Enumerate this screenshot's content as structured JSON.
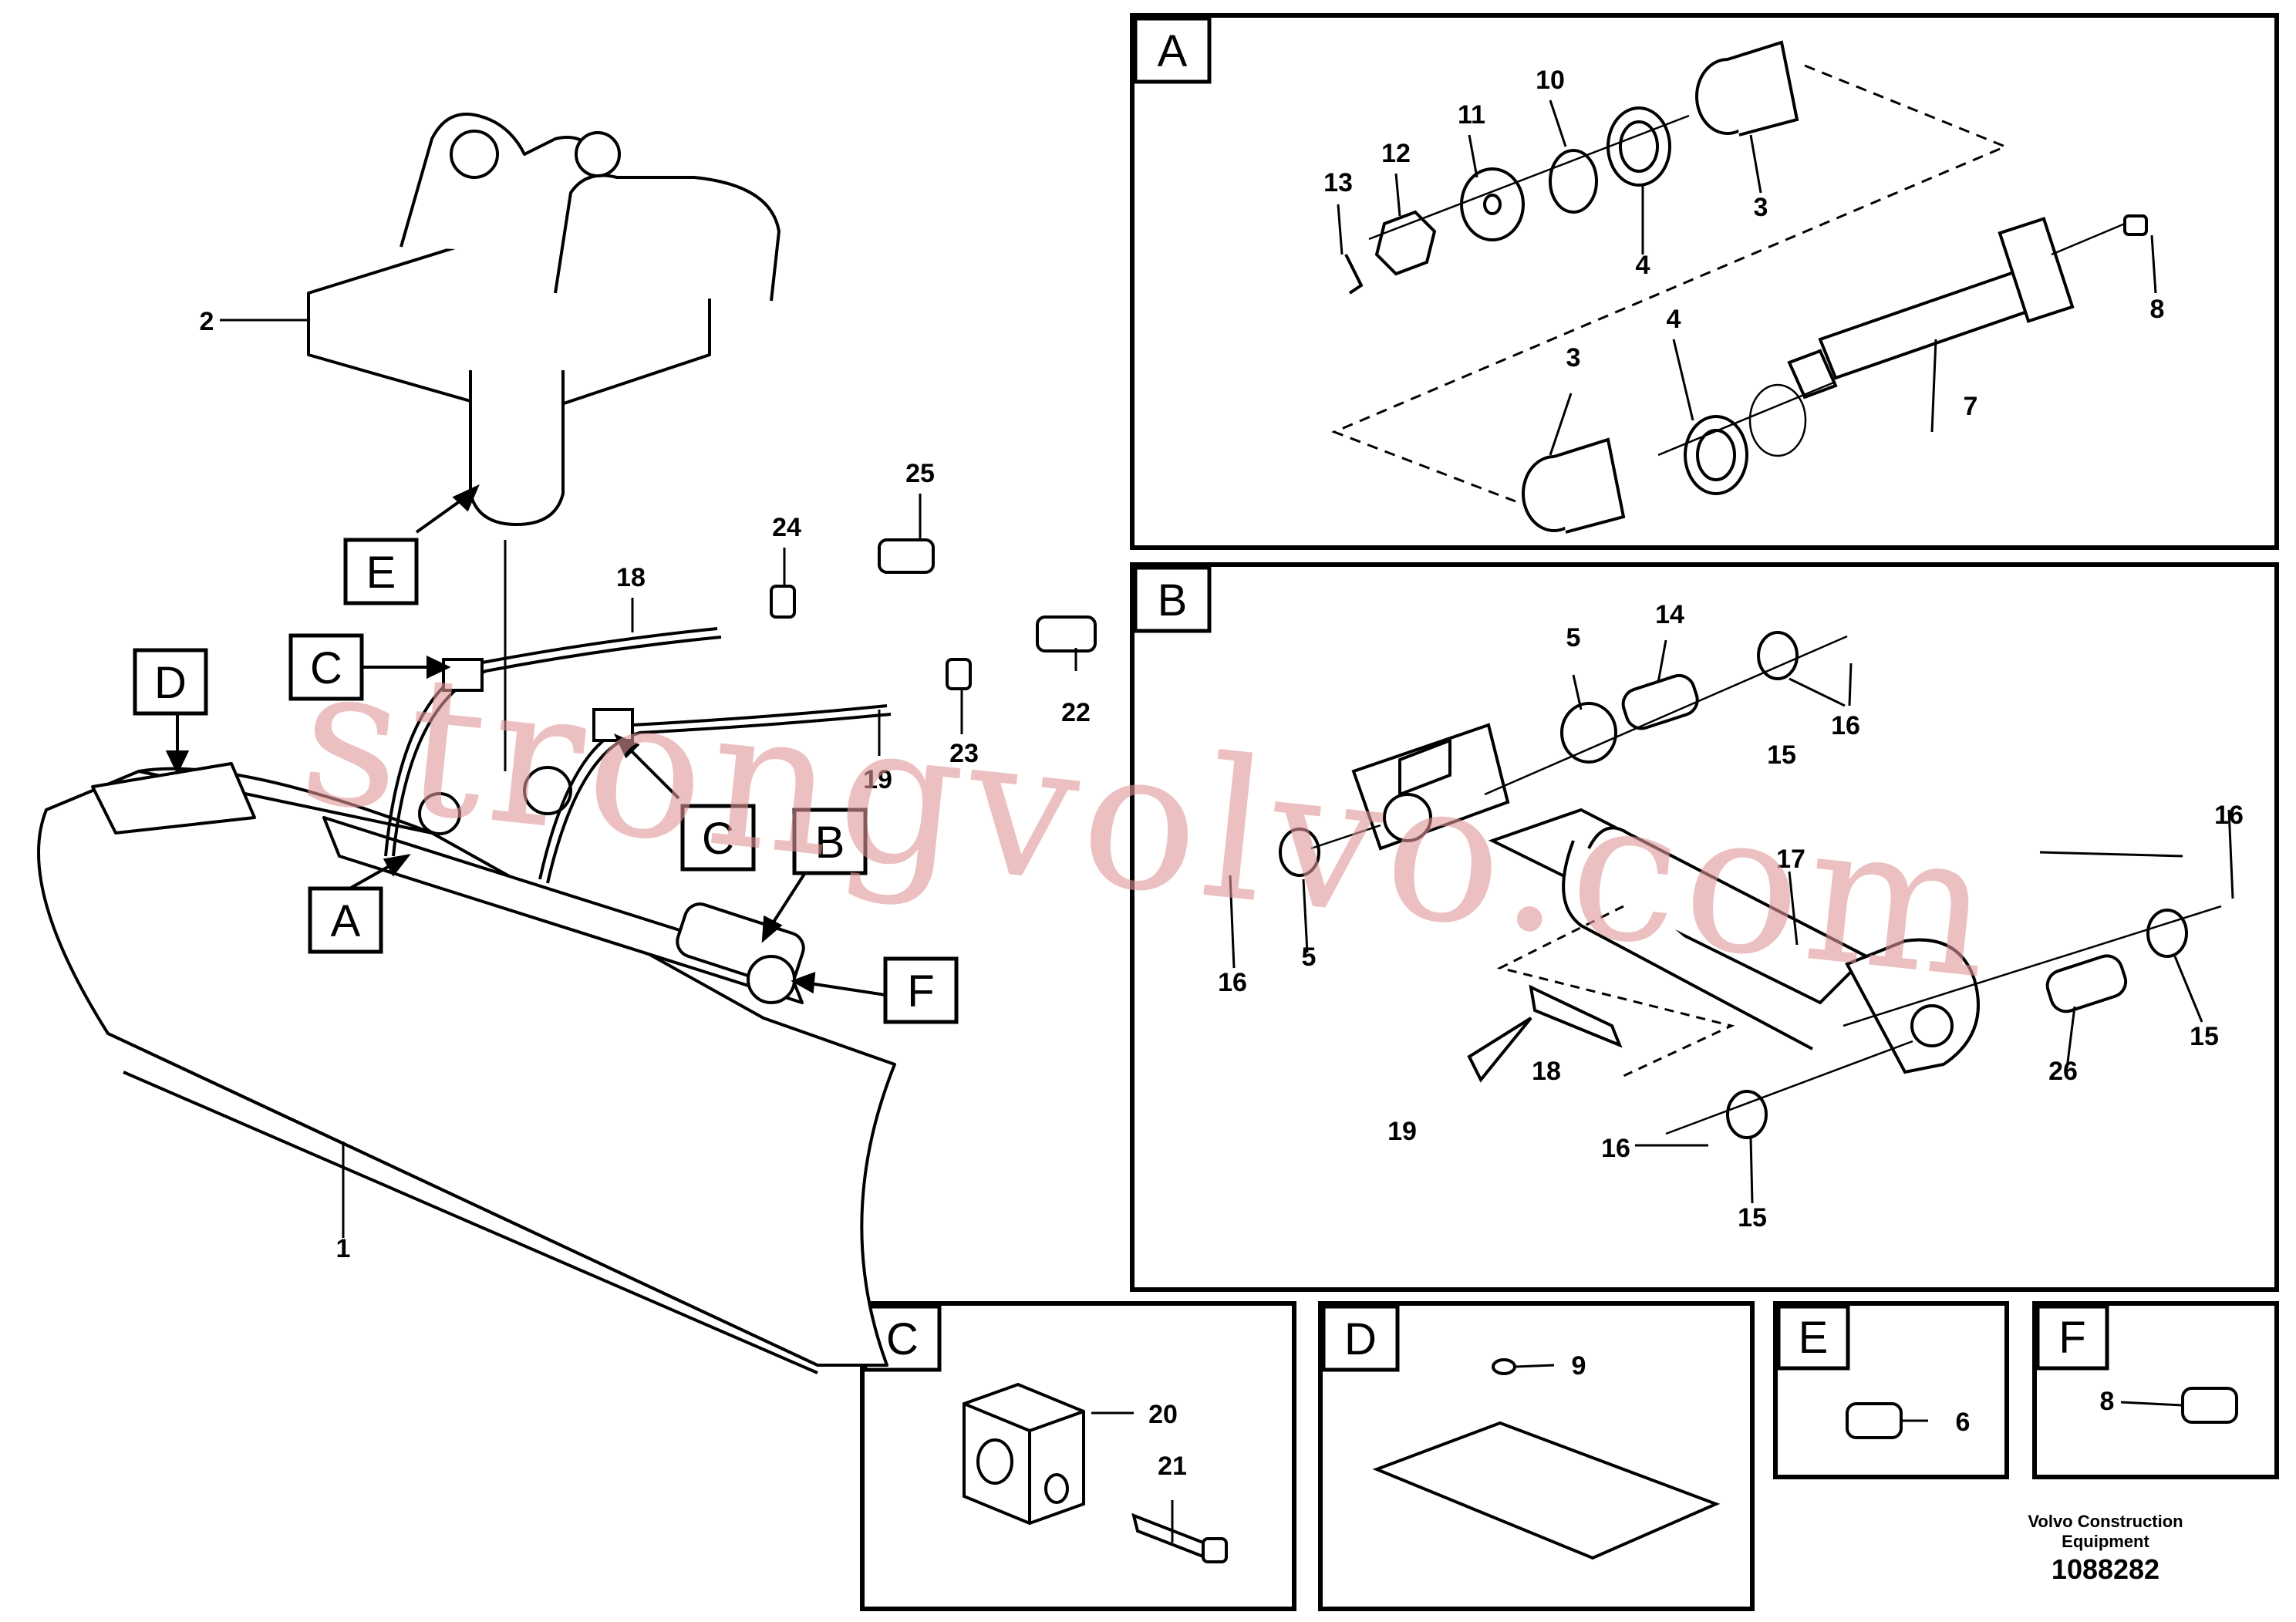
{
  "callouts": [
    {
      "t": "2"
    },
    {
      "t": "25"
    },
    {
      "t": "24"
    },
    {
      "t": "18"
    },
    {
      "t": "22"
    },
    {
      "t": "23"
    },
    {
      "t": "19"
    },
    {
      "t": "1"
    },
    {
      "t": "13"
    },
    {
      "t": "12"
    },
    {
      "t": "11"
    },
    {
      "t": "10"
    },
    {
      "t": "4"
    },
    {
      "t": "3"
    },
    {
      "t": "8"
    },
    {
      "t": "3"
    },
    {
      "t": "4"
    },
    {
      "t": "7"
    },
    {
      "t": "5"
    },
    {
      "t": "14"
    },
    {
      "t": "16"
    },
    {
      "t": "15"
    },
    {
      "t": "17"
    },
    {
      "t": "16"
    },
    {
      "t": "16"
    },
    {
      "t": "5"
    },
    {
      "t": "18"
    },
    {
      "t": "19"
    },
    {
      "t": "16"
    },
    {
      "t": "15"
    },
    {
      "t": "26"
    },
    {
      "t": "15"
    },
    {
      "t": "20"
    },
    {
      "t": "21"
    },
    {
      "t": "9"
    },
    {
      "t": "6"
    },
    {
      "t": "8"
    }
  ],
  "section_labels": [
    {
      "t": "E"
    },
    {
      "t": "D"
    },
    {
      "t": "C"
    },
    {
      "t": "C"
    },
    {
      "t": "A"
    },
    {
      "t": "B"
    },
    {
      "t": "F"
    }
  ],
  "panel_labels": [
    {
      "t": "A"
    },
    {
      "t": "B"
    },
    {
      "t": "C"
    },
    {
      "t": "D"
    },
    {
      "t": "E"
    },
    {
      "t": "F"
    }
  ],
  "footer": {
    "line1": "Volvo Construction",
    "line2": "Equipment",
    "doc_number": "1088282"
  },
  "watermark": "strongvolvo.com"
}
